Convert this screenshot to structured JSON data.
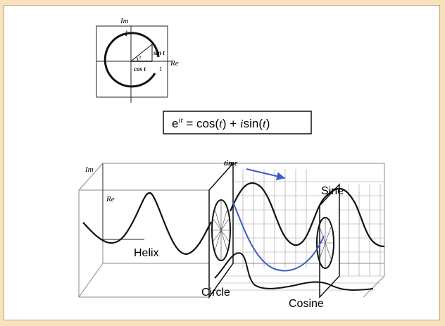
{
  "unit_circle": {
    "axis_im": "Im",
    "axis_re": "Re",
    "label_i": "i",
    "label_t": "t",
    "label_sin": "sin t",
    "label_cos": "cos t",
    "label_one": "1"
  },
  "formula": {
    "lhs_base": "e",
    "lhs_exp": "it",
    "eq_cos": " = cos(",
    "t1": "t",
    "eq_plus": ") + ",
    "i": "i",
    "eq_sin": "sin(",
    "t2": "t",
    "close": ")"
  },
  "diagram_3d": {
    "axis_im": "Im",
    "axis_re": "Re",
    "time_label": "time",
    "helix_label": "Helix",
    "circle_label": "Circle",
    "sine_label": "Sine",
    "cosine_label": "Cosine"
  },
  "colors": {
    "background": "#f6e2bd",
    "panel": "#ffffff",
    "ink": "#111111",
    "grid": "#9a9a9a",
    "time_arrow": "#3a5fbf",
    "projection_curve": "#3a5fbf"
  }
}
